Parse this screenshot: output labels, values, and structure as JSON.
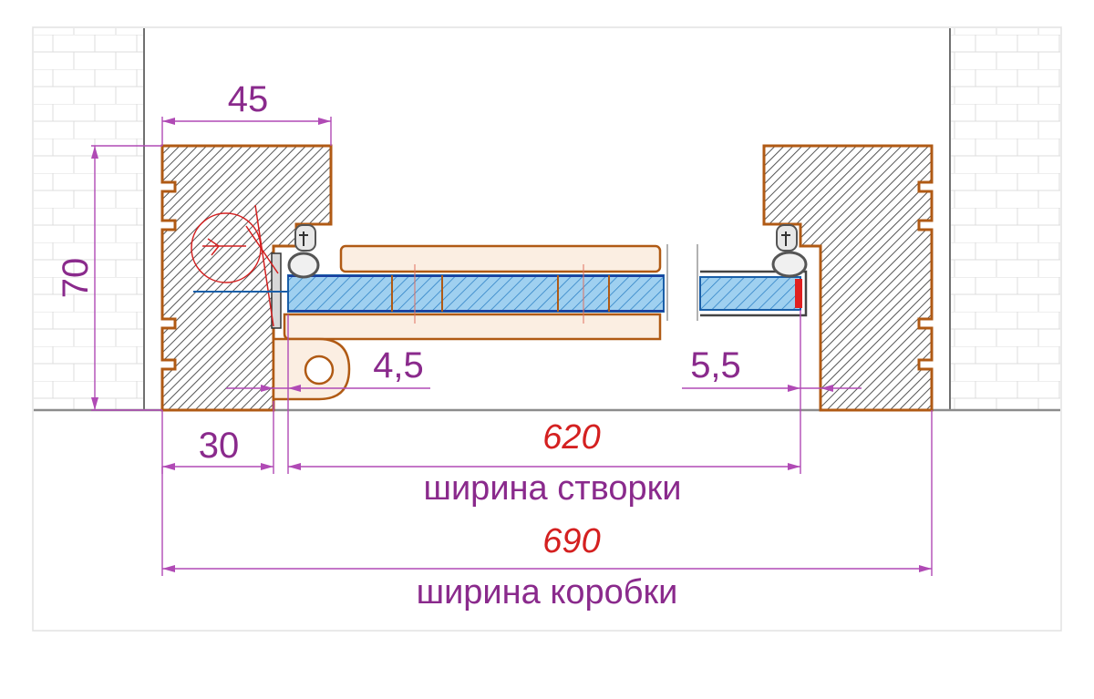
{
  "dimensions": {
    "frame_depth": "45",
    "frame_height": "70",
    "rebate": "30",
    "gap_left": "4,5",
    "gap_right": "5,5",
    "leaf_width_value": "620",
    "leaf_width_label": "ширина створки",
    "frame_width_value": "690",
    "frame_width_label": "ширина коробки"
  },
  "colors": {
    "dimension": "#8a2a8c",
    "value_red": "#d42020",
    "wood_fill": "#f6e7d8",
    "wood_stroke": "#b05a14",
    "glass": "#3aa0e0",
    "gasket": "#606060"
  }
}
